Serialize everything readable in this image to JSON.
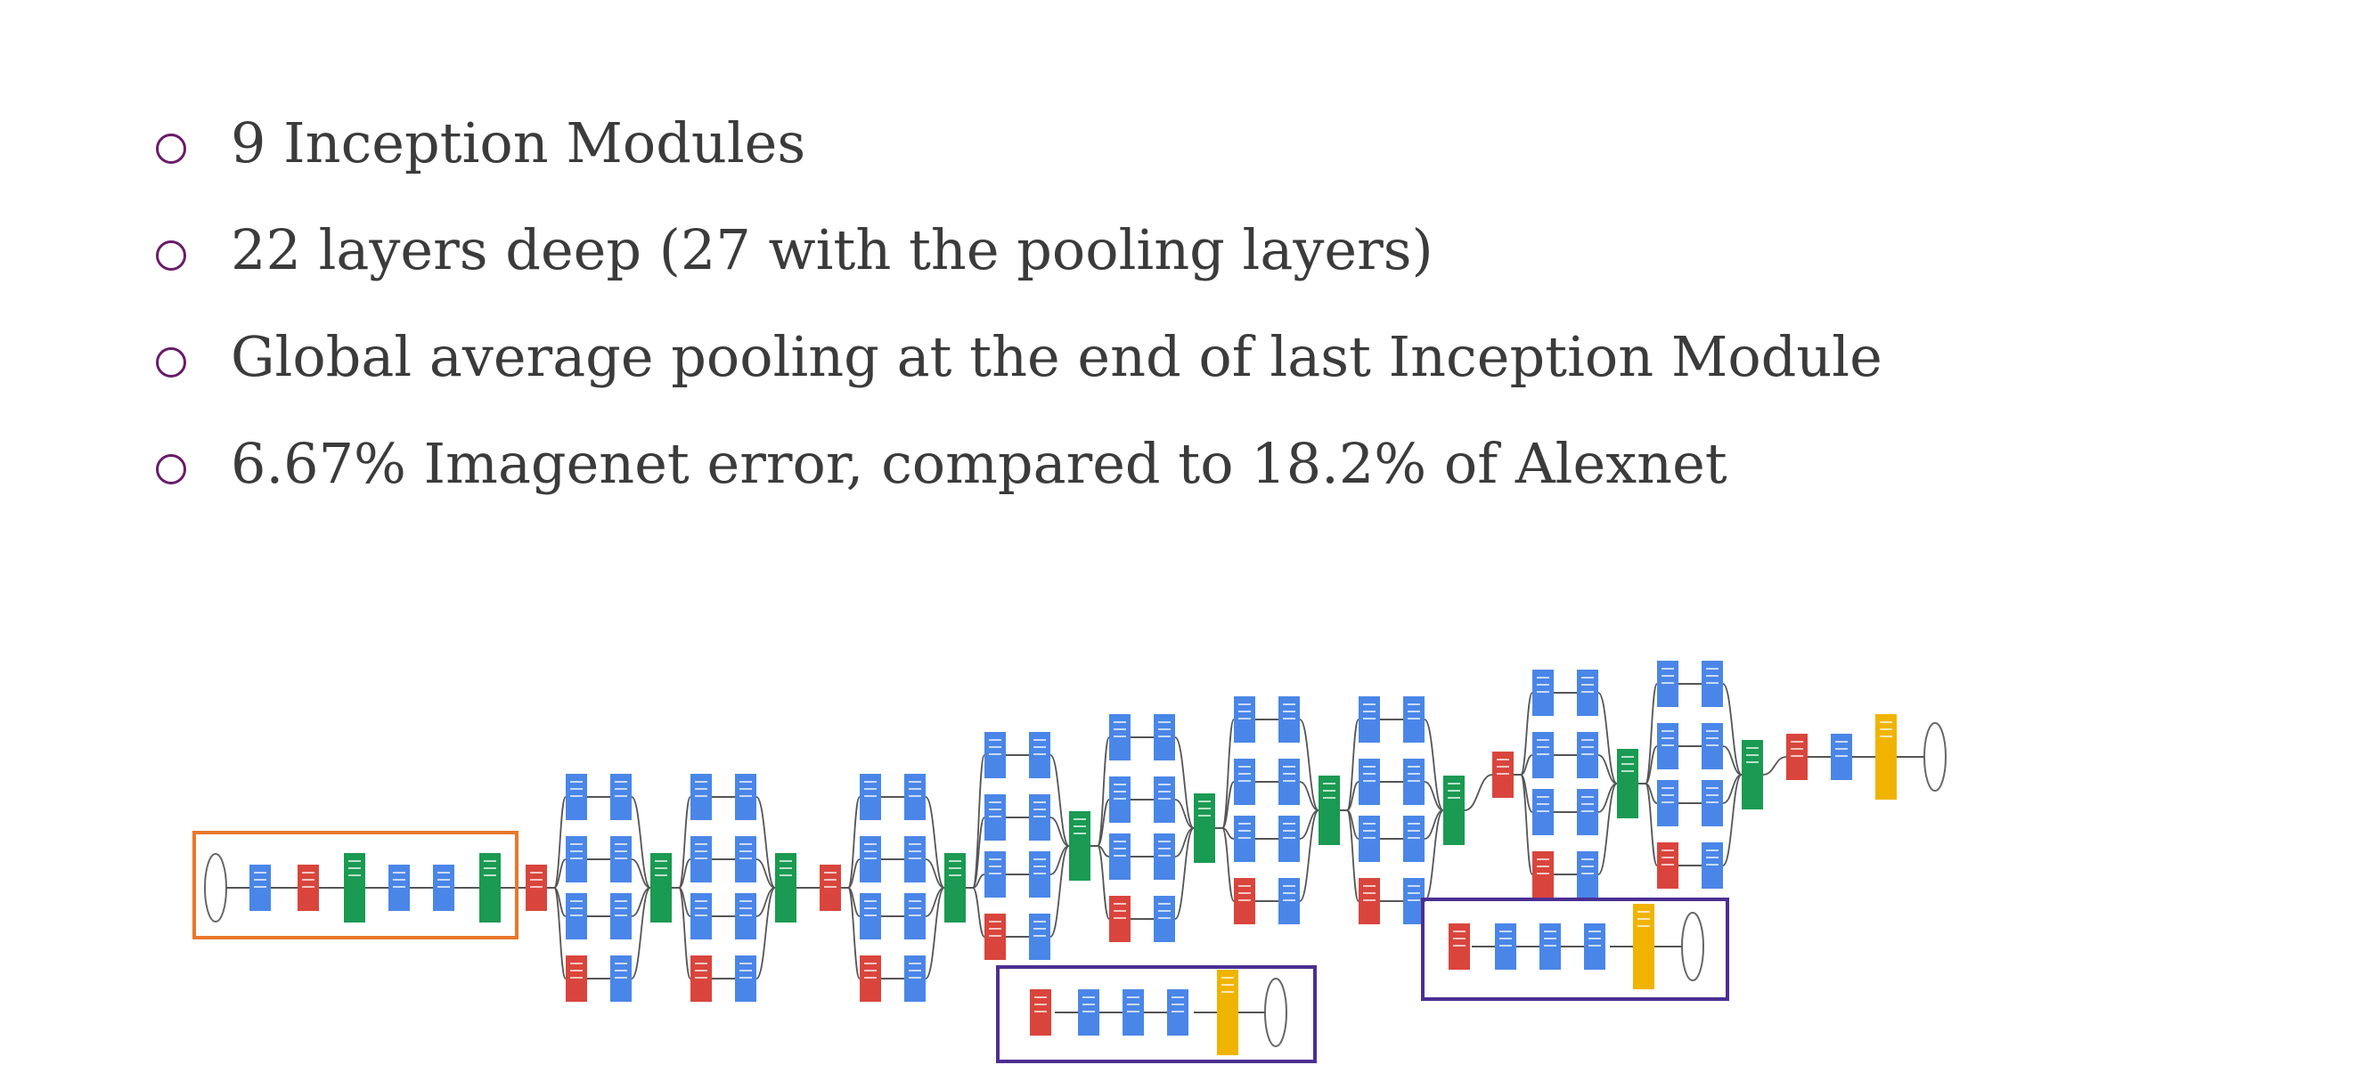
{
  "bullets": [
    {
      "text": "9 Inception Modules"
    },
    {
      "text": "22 layers deep (27 with the pooling layers)"
    },
    {
      "text": "Global average pooling at the end of last Inception Module"
    },
    {
      "text": "6.67% Imagenet error, compared to 18.2% of Alexnet"
    }
  ],
  "diagram": {
    "colors": {
      "bullet": "#6a1a6a",
      "text": "#3b3b3b",
      "conv": "#4a86e8",
      "pool": "#d9453c",
      "concat": "#1a9a52",
      "softmax": "#f0b400",
      "stem_box": "#e8782c",
      "aux_box": "#4b2f92",
      "edge": "#555555"
    },
    "node_types": [
      "input-oval",
      "conv-block",
      "maxpool-block",
      "local-response-norm",
      "depth-concat",
      "softmax-activation",
      "output-oval"
    ]
  }
}
